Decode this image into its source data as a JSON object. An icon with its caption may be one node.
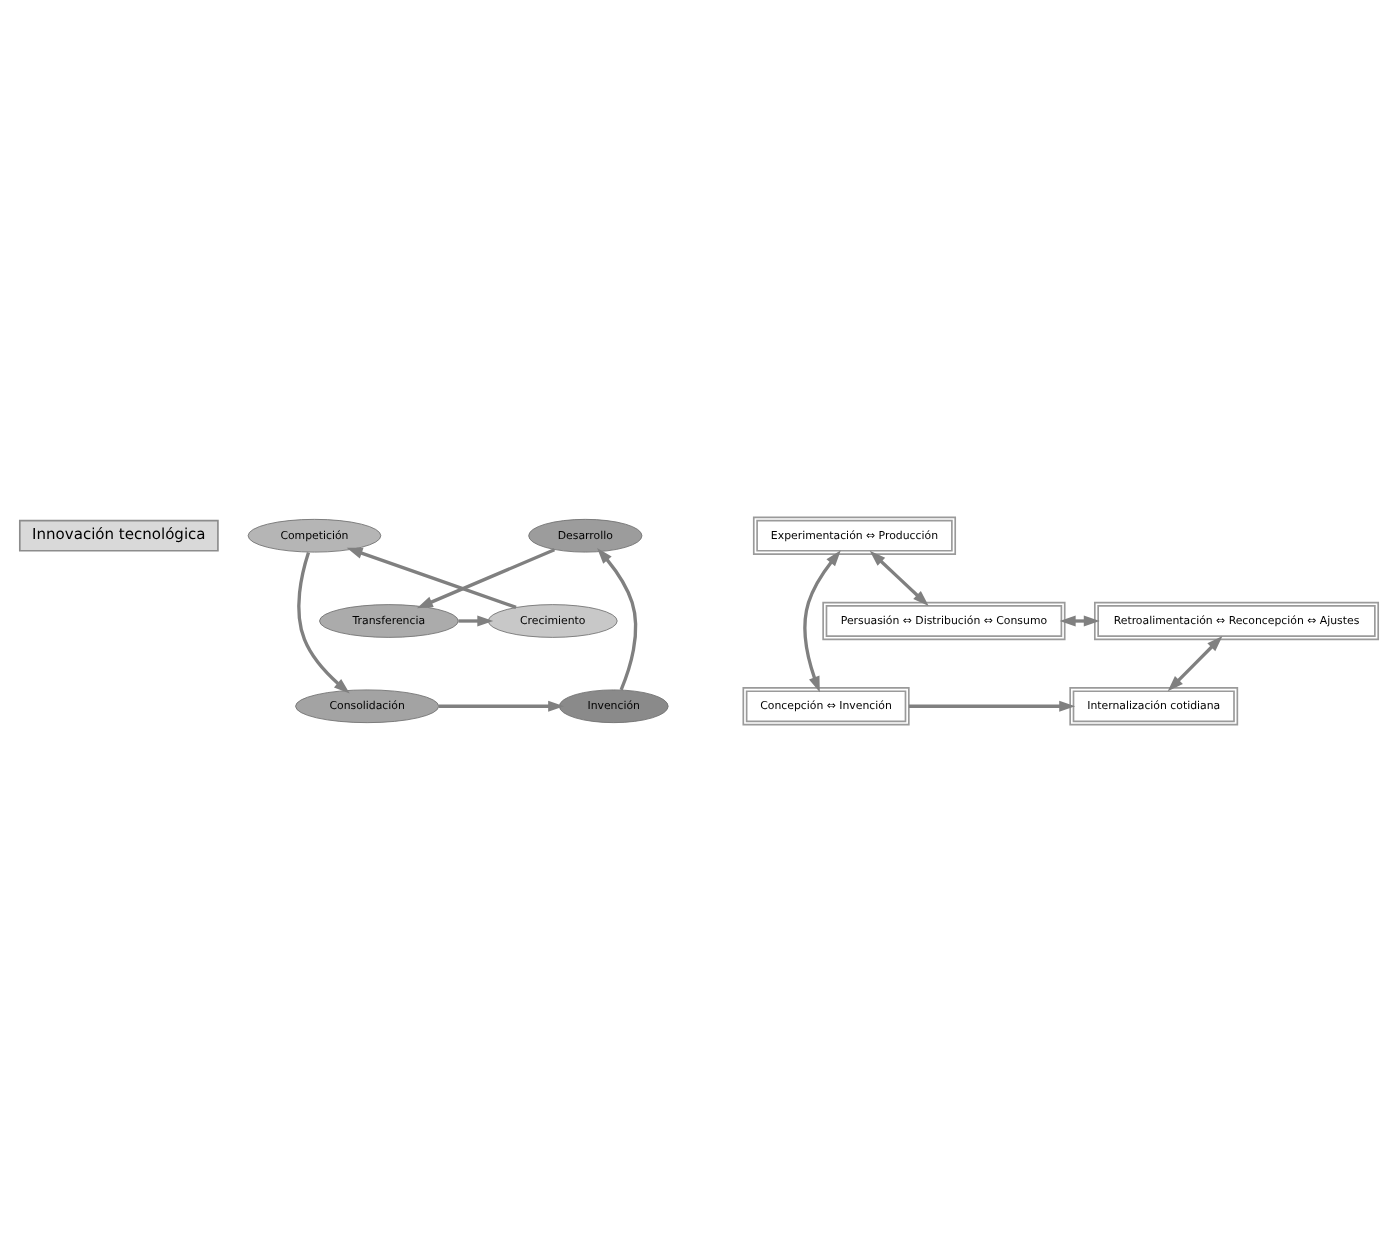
{
  "diagram": {
    "nodes": [
      {
        "text": [
          "Innovación tecnológica"
        ]
      },
      {
        "text": [
          "Invención"
        ]
      },
      {
        "text": [
          "Desarrollo"
        ]
      },
      {
        "text": [
          "Transferencia"
        ]
      },
      {
        "text": [
          "Crecimiento"
        ]
      },
      {
        "text": [
          "Competición"
        ]
      },
      {
        "text": [
          "Consolidación"
        ]
      },
      {
        "text": [
          "Concepción ⇔ Invención"
        ]
      },
      {
        "text": [
          "Experimentación ⇔ Producción"
        ]
      },
      {
        "text": [
          "Persuasión ⇔ Distribución ⇔ Consumo"
        ]
      },
      {
        "text": [
          "Retroalimentación ⇔ Reconcepción ⇔ Ajustes"
        ]
      },
      {
        "text": [
          "Internalización cotidiana"
        ]
      }
    ],
    "edges": [
      {
        "from": 6,
        "to": 1,
        "arrow": "to"
      },
      {
        "from": 1,
        "to": 2,
        "arrow": "to"
      },
      {
        "from": 2,
        "to": 3,
        "arrow": "to"
      },
      {
        "from": 3,
        "to": 4,
        "arrow": "to"
      },
      {
        "from": 4,
        "to": 5,
        "arrow": "to"
      },
      {
        "from": 5,
        "to": 6,
        "arrow": "to"
      },
      {
        "from": 7,
        "to": 11,
        "arrow": "to"
      },
      {
        "from": 7,
        "to": 8,
        "arrow": "both"
      },
      {
        "from": 8,
        "to": 9,
        "arrow": "both"
      },
      {
        "from": 9,
        "to": 10,
        "arrow": "both"
      },
      {
        "from": 10,
        "to": 11,
        "arrow": "both"
      }
    ]
  }
}
